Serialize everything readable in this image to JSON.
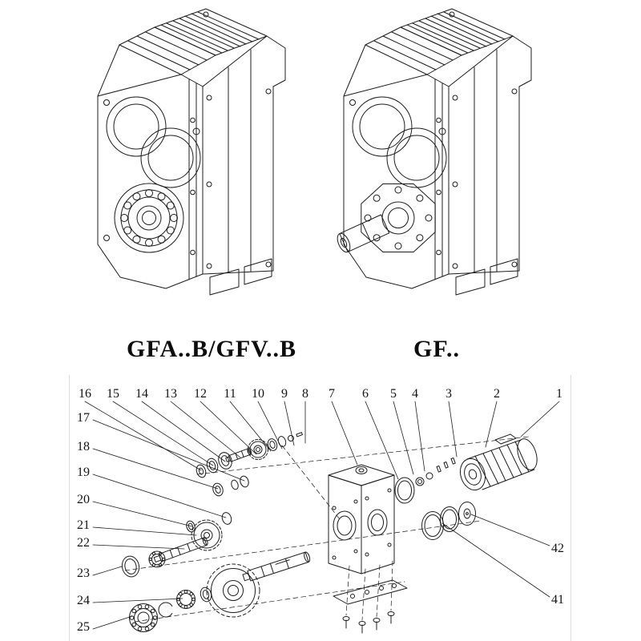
{
  "figures": {
    "left": {
      "label": "GFA..B/GFV..B"
    },
    "right": {
      "label": "GF.."
    }
  },
  "exploded": {
    "top_numbers": [
      "16",
      "15",
      "14",
      "13",
      "12",
      "11",
      "10",
      "9",
      "8",
      "7",
      "6",
      "5",
      "4",
      "3",
      "2",
      "1"
    ],
    "left_numbers": [
      "17",
      "18",
      "19",
      "20",
      "21",
      "22",
      "23",
      "24",
      "25"
    ],
    "right_numbers": [
      "42",
      "41"
    ]
  },
  "colors": {
    "line": "#1c1c1c",
    "background": "#ffffff"
  }
}
